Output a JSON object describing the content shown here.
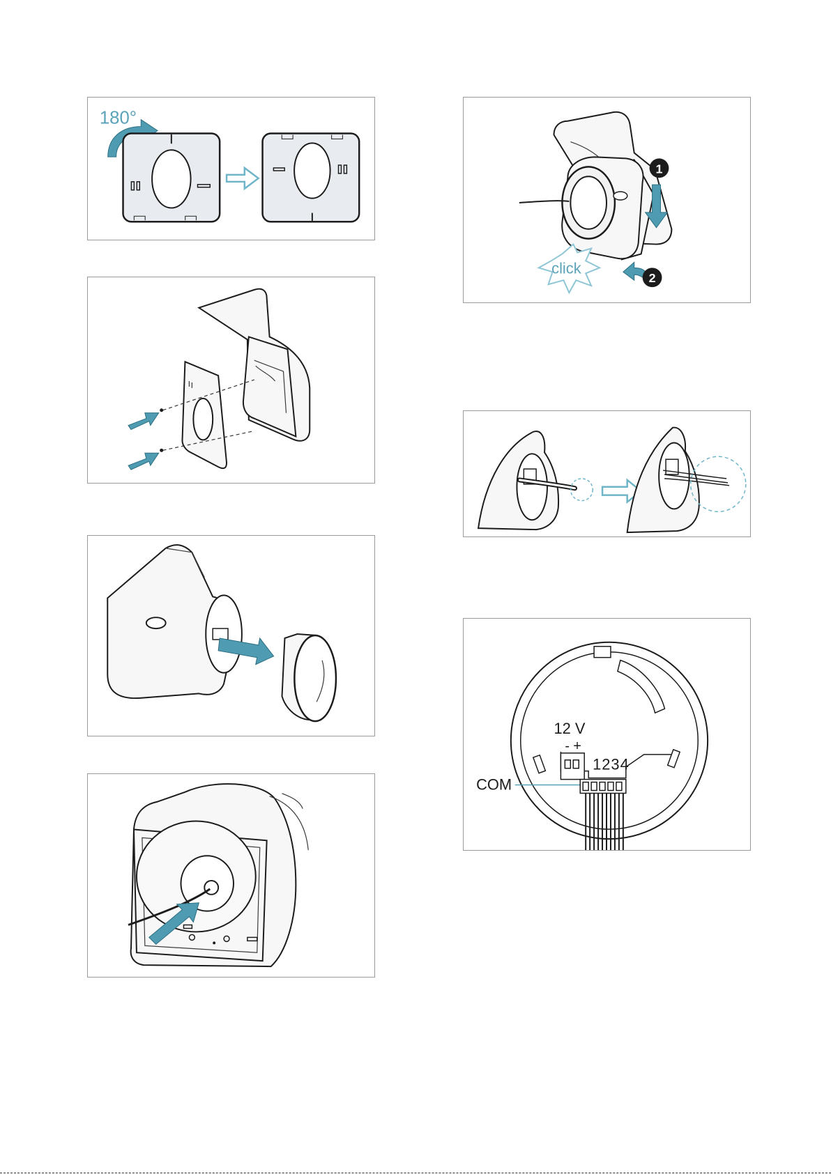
{
  "panels": {
    "rotate_plate": {
      "angle_label": "180°"
    },
    "click_mount": {
      "click_label": "click",
      "step1": "1",
      "step2": "2"
    },
    "wiring": {
      "voltage_label": "12 V",
      "minus_label": "-",
      "plus_label": "+",
      "terminals_label": "1234",
      "com_label": "COM"
    }
  },
  "colors": {
    "accent": "#4f9bb1",
    "accent_light": "#6fb5c8",
    "plate": "#e8ecf0",
    "line": "#1c1c1c",
    "border": "#9a9a9a"
  },
  "icons": [
    "rotate-arrow-icon",
    "right-arrow-icon",
    "insert-arrow-icon",
    "pull-arrow-icon",
    "push-arrow-icon",
    "down-arrow-icon",
    "curved-arrow-icon",
    "click-burst-icon"
  ]
}
